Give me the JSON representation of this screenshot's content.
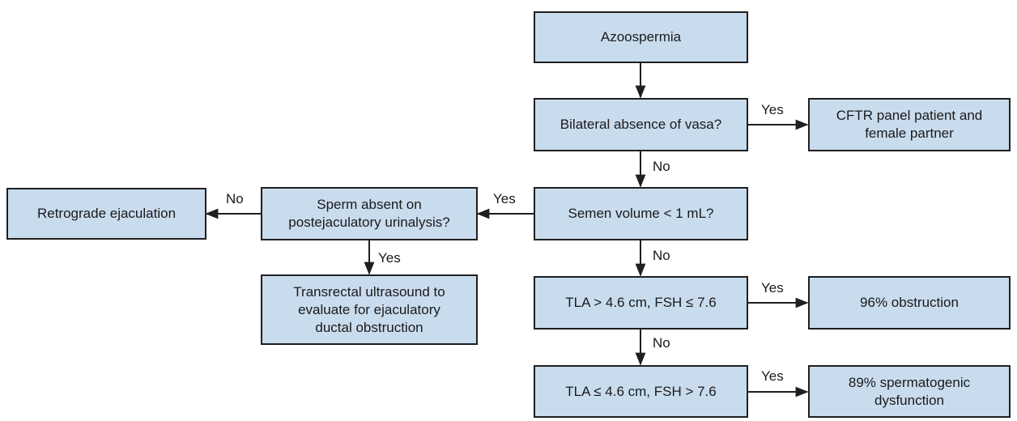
{
  "nodes": {
    "azoospermia": "Azoospermia",
    "bilateral": "Bilateral absence of vasa?",
    "cftr": "CFTR panel patient and\nfemale partner",
    "semen": "Semen volume < 1 mL?",
    "sperm_absent": "Sperm absent on\npostejaculatory urinalysis?",
    "retrograde": "Retrograde ejaculation",
    "trus": "Transrectal ultrasound to\nevaluate for ejaculatory\nductal obstruction",
    "tla_high": "TLA > 4.6 cm, FSH ≤ 7.6",
    "obstruction": "96% obstruction",
    "tla_low": "TLA ≤ 4.6 cm, FSH > 7.6",
    "spermatogenic": "89% spermatogenic\ndysfunction"
  },
  "edge_labels": {
    "bilateral_yes": "Yes",
    "bilateral_no": "No",
    "semen_yes": "Yes",
    "sperm_absent_no": "No",
    "sperm_absent_yes": "Yes",
    "semen_no": "No",
    "tla_high_yes": "Yes",
    "tla_high_no": "No",
    "tla_low_yes": "Yes"
  }
}
